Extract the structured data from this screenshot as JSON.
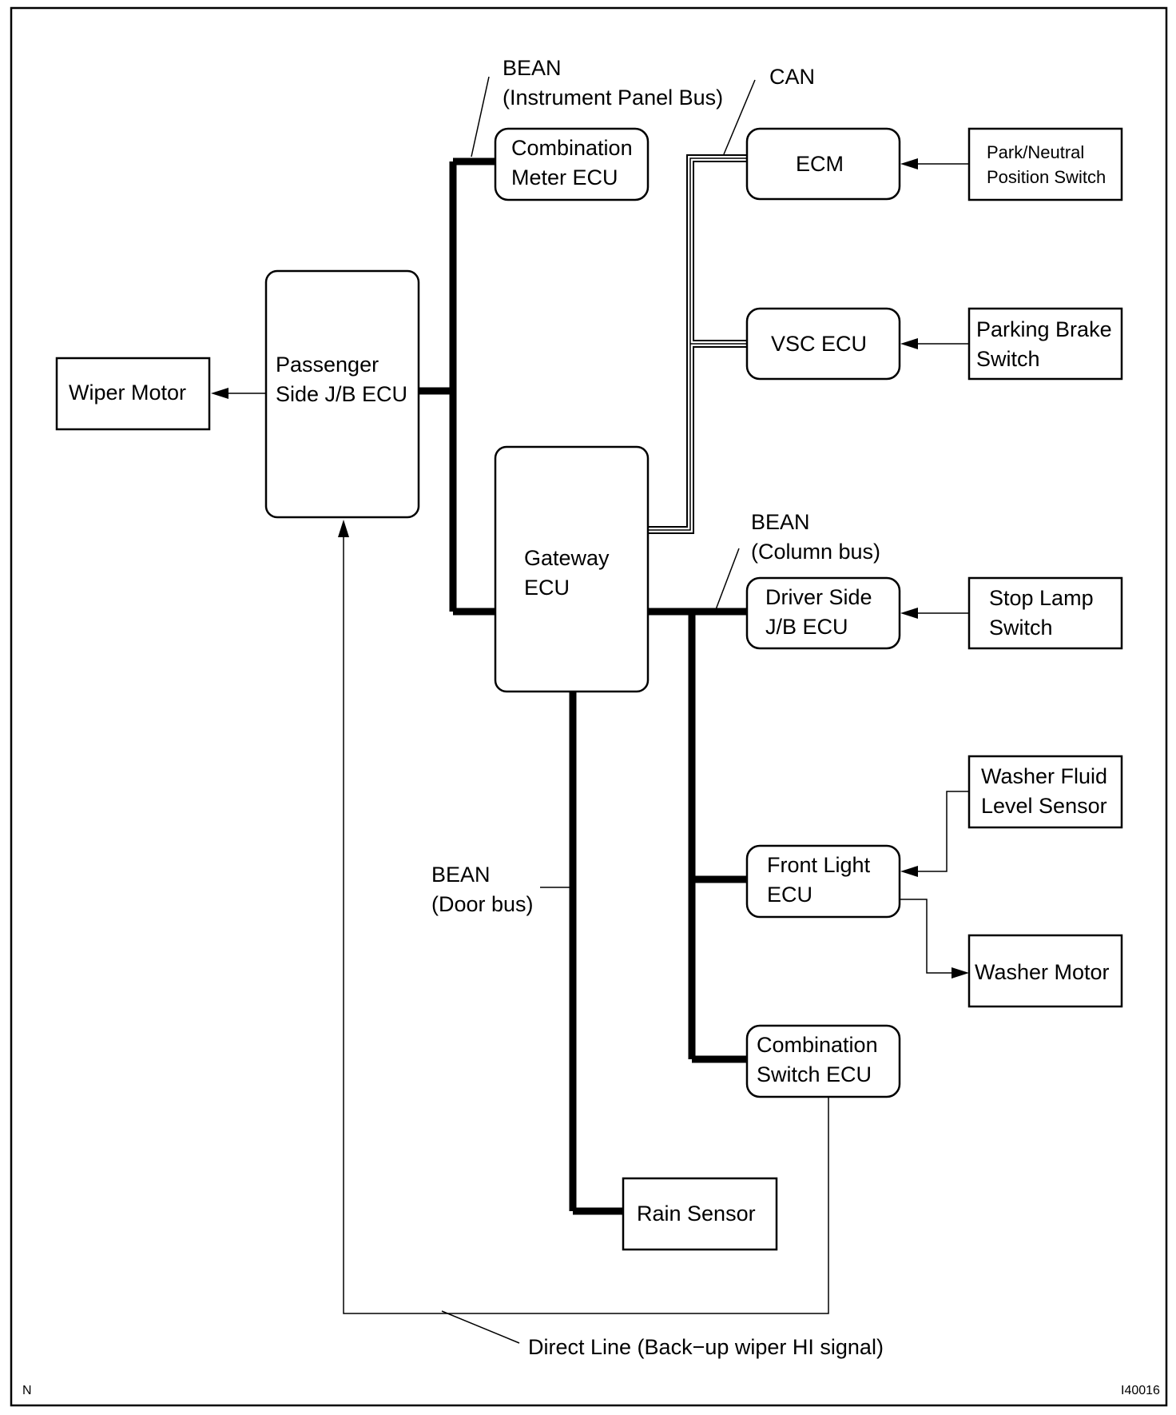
{
  "blocks": {
    "wiper_motor": [
      "Wiper Motor"
    ],
    "passenger_jb": [
      "Passenger",
      "Side J/B ECU"
    ],
    "combination_meter": [
      "Combination",
      "Meter ECU"
    ],
    "gateway": [
      "Gateway",
      "ECU"
    ],
    "ecm": [
      "ECM"
    ],
    "vsc": [
      "VSC ECU"
    ],
    "park_neutral": [
      "Park/Neutral",
      "Position Switch"
    ],
    "parking_brake": [
      "Parking Brake",
      "Switch"
    ],
    "driver_jb": [
      "Driver Side",
      "J/B ECU"
    ],
    "stop_lamp": [
      "Stop Lamp",
      "Switch"
    ],
    "washer_fluid": [
      "Washer Fluid",
      "Level Sensor"
    ],
    "front_light": [
      "Front Light",
      "ECU"
    ],
    "washer_motor": [
      "Washer Motor"
    ],
    "combination_switch": [
      "Combination",
      "Switch ECU"
    ],
    "rain_sensor": [
      "Rain Sensor"
    ]
  },
  "bus_labels": {
    "bean_ip": [
      "BEAN",
      "(Instrument Panel Bus)"
    ],
    "can": [
      "CAN"
    ],
    "bean_column": [
      "BEAN",
      "(Column bus)"
    ],
    "bean_door": [
      "BEAN",
      "(Door bus)"
    ],
    "direct_line": [
      "Direct Line (Back−up wiper HI signal)"
    ]
  },
  "corner": {
    "left": "N",
    "right": "I40016"
  }
}
